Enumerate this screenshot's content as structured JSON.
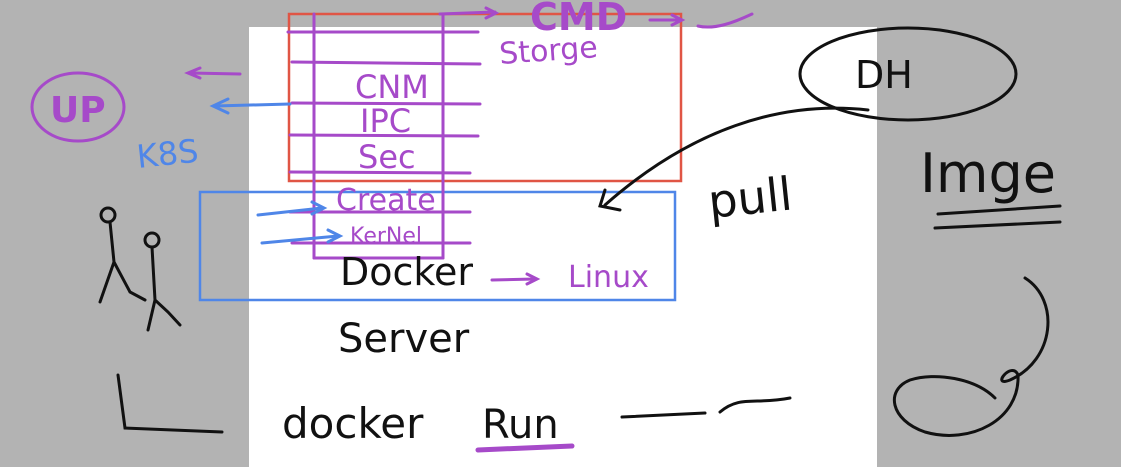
{
  "colors": {
    "background": "#b3b3b3",
    "whiteboard": "#ffffff",
    "purple": "#a64ac9",
    "black": "#111111",
    "red": "#e05545",
    "blue": "#4f86e8"
  },
  "labels": {
    "cmd": "CMD",
    "storage": "Storge",
    "cnm": "CNM",
    "ipc": "IPC",
    "sec": "Sec",
    "create": "Create",
    "kernel": "KerNel",
    "docker": "Docker",
    "linux": "Linux",
    "server": "Server",
    "docker_run_1": "docker",
    "docker_run_2": "Run",
    "dh": "DH",
    "pull": "pull",
    "image": "Imge",
    "up": "UP",
    "k8s": "K8S"
  }
}
